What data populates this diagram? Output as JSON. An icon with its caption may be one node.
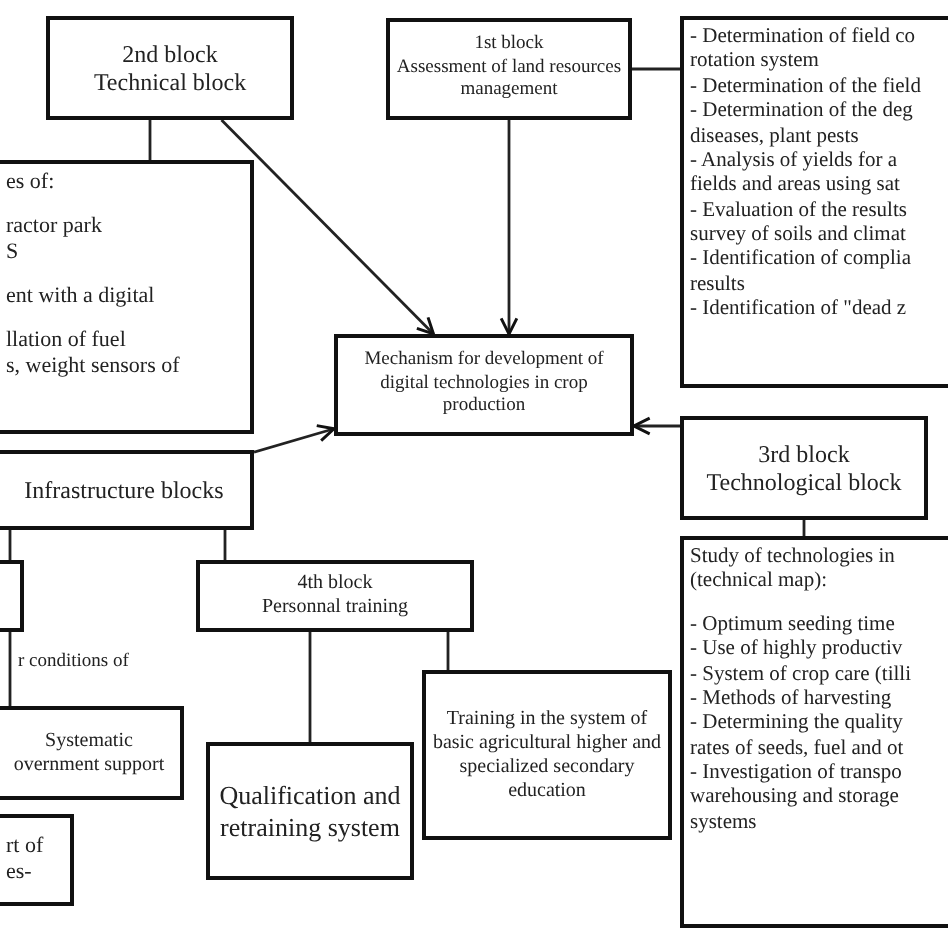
{
  "diagram": {
    "nodes": [
      {
        "text": [
          "2nd block",
          "Technical block"
        ]
      },
      {
        "text": [
          "1st block",
          "Assessment of land resources management"
        ]
      },
      {
        "text": [
          "- Determination of field co",
          "rotation system",
          "- Determination of the field",
          "- Determination of the deg",
          "diseases, plant pests",
          "- Analysis of yields for a",
          "fields and areas using sat",
          "- Evaluation of the results",
          "survey of soils and climat",
          "- Identification of complia",
          "results",
          "- Identification of \"dead z"
        ]
      },
      {
        "text": [
          "es of:",
          "ractor park",
          "S",
          "ent with a digital",
          "llation of fuel",
          "s, weight sensors of"
        ]
      },
      {
        "text": [
          "Mechanism for development of digital technologies in crop production"
        ]
      },
      {
        "text": [
          "Infrastructure blocks"
        ]
      },
      {
        "text": [
          "3rd block",
          "Technological block"
        ]
      },
      {
        "text": [
          "Study of technologies in",
          "(technical map):",
          "- Optimum seeding time",
          "- Use of highly productiv",
          "- System of crop care (tilli",
          "- Methods of harvesting",
          "- Determining the quality",
          "rates of seeds, fuel and ot",
          "- Investigation of transpo",
          "warehousing and storage",
          "systems"
        ]
      },
      {
        "text": [],
        "shape": "box"
      },
      {
        "text": [
          "4th block",
          "Personnal training"
        ]
      },
      {
        "text": [
          "Systematic",
          "overnment support"
        ]
      },
      {
        "text": [
          "Training in the system of basic agricultural higher and specialized secondary education"
        ]
      },
      {
        "text": [
          "Qualification and retraining system"
        ]
      },
      {
        "text": [
          "rt of",
          "es-"
        ]
      }
    ],
    "edges": [
      {
        "from": 0,
        "to": 4,
        "arrow": "to"
      },
      {
        "from": 1,
        "to": 4,
        "arrow": "to"
      },
      {
        "from": 5,
        "to": 4,
        "arrow": "to"
      },
      {
        "from": 6,
        "to": 4,
        "arrow": "to"
      },
      {
        "from": 0,
        "to": 3,
        "arrow": "none"
      },
      {
        "from": 1,
        "to": 2,
        "arrow": "none"
      },
      {
        "from": 6,
        "to": 7,
        "arrow": "none"
      },
      {
        "from": 5,
        "to": 8,
        "arrow": "none"
      },
      {
        "from": 5,
        "to": 9,
        "arrow": "none"
      },
      {
        "from": 8,
        "to": 10,
        "arrow": "none"
      },
      {
        "from": 9,
        "to": 12,
        "arrow": "none"
      },
      {
        "from": 9,
        "to": 11,
        "arrow": "none"
      }
    ],
    "labels": [
      "r conditions of"
    ]
  }
}
